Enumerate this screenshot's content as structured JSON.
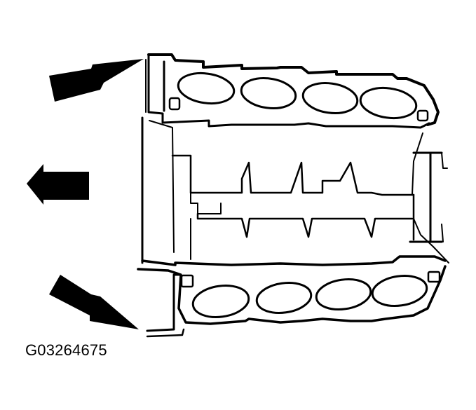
{
  "figure": {
    "id_label": "G03264675",
    "subject": "engine block with two cylinder banks (V8) and head gaskets",
    "colors": {
      "ink": "#000000",
      "background": "#ffffff"
    }
  },
  "arrows": [
    {
      "name": "upper-diagonal-arrow",
      "direction": "toward upper-left bank front"
    },
    {
      "name": "center-left-arrow",
      "direction": "left"
    },
    {
      "name": "lower-diagonal-arrow",
      "direction": "toward lower-left bank front"
    }
  ],
  "banks": [
    {
      "name": "upper-bank",
      "cylinder_bores": 4
    },
    {
      "name": "lower-bank",
      "cylinder_bores": 4
    }
  ]
}
